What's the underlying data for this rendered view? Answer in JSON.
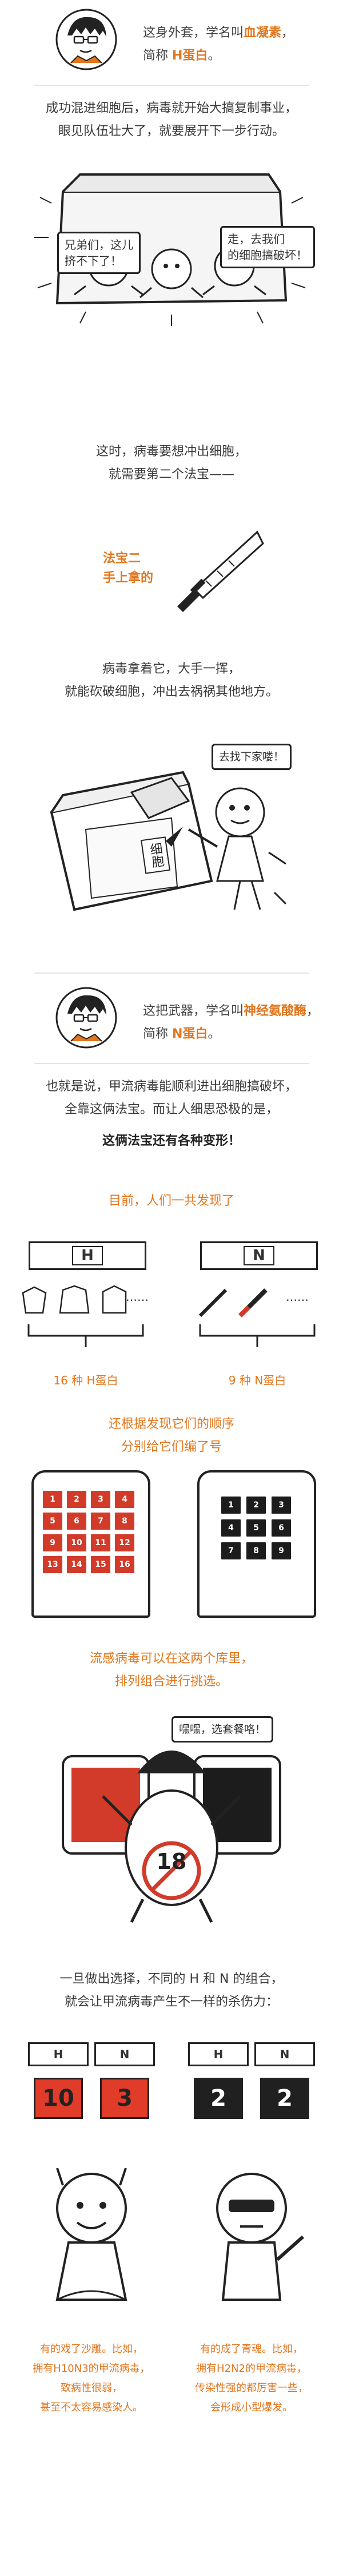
{
  "intro": {
    "line1": "这身外套，学名叫",
    "line1_highlight": "血凝素",
    "line1_end": "，",
    "line2": "简称",
    "line2_highlight": "H蛋白",
    "line2_end": "。"
  },
  "para1": {
    "line1": "成功混进细胞后，病毒就开始大搞复制事业，",
    "line2": "眼见队伍壮大了，就要展开下一步行动。"
  },
  "bubble_left": {
    "line1": "兄弟们，这儿",
    "line2": "挤不下了！"
  },
  "bubble_right": {
    "line1": "走，去我们",
    "line2": "的细胞搞破坏！"
  },
  "para2": {
    "line1": "这时，病毒要想冲出细胞，",
    "line2": "就需要第二个法宝——"
  },
  "weapon_caption": {
    "line1": "法宝二",
    "line2": "手上拿的"
  },
  "para3": {
    "line1": "病毒拿着它，大手一挥，",
    "line2": "就能砍破细胞，冲出去祸祸其他地方。"
  },
  "bubble_go": "去找下家喽！",
  "cell_label": "细胞",
  "intro2": {
    "line1": "这把武器，学名叫",
    "line1_highlight": "神经氨酸酶",
    "line1_end": "，",
    "line2": "简称",
    "line2_highlight": "N蛋白",
    "line2_end": "。"
  },
  "para4": {
    "line1": "也就是说，甲流病毒能顺利进出细胞搞破坏，",
    "line2": "全靠这俩法宝。而让人细思恐极的是，"
  },
  "para4_bold": "这俩法宝还有各种变形！",
  "para5": "目前，人们一共发现了",
  "h_label": "H",
  "n_label": "N",
  "ellipsis": "……",
  "h_count": "16 种 H蛋白",
  "n_count": "9 种 N蛋白",
  "para6": {
    "line1": "还根据发现它们的顺序",
    "line2": "分别给它们编了号"
  },
  "h_tiles": [
    "1",
    "2",
    "3",
    "4",
    "5",
    "6",
    "7",
    "8",
    "9",
    "10",
    "11",
    "12",
    "13",
    "14",
    "15",
    "16"
  ],
  "n_tiles": [
    "1",
    "2",
    "3",
    "4",
    "5",
    "6",
    "7",
    "8",
    "9"
  ],
  "para7": {
    "line1": "流感病毒可以在这两个库里，",
    "line2": "排列组合进行挑选。"
  },
  "bubble_choose": "嘿嘿，选套餐咯！",
  "big_number": "18",
  "para8": {
    "line1": "一旦做出选择，不同的 H 和 N 的组合，",
    "line2": "就会让甲流病毒产生不一样的杀伤力："
  },
  "combo_left": {
    "h": "10",
    "n": "3"
  },
  "combo_right": {
    "h": "2",
    "n": "2"
  },
  "left_text": {
    "line1": "有的戏了沙雕。比如，",
    "line2": "拥有H10N3的甲流病毒，",
    "line3": "致病性很弱，",
    "line4": "甚至不太容易感染人。"
  },
  "right_text": {
    "line1": "有的成了青魂。比如，",
    "line2": "拥有H2N2的甲流病毒，",
    "line3": "传染性强的都厉害一些，",
    "line4": "会形成小型爆发。"
  },
  "colors": {
    "accent": "#e2761e",
    "red": "#d23a2a",
    "dark": "#1c1c1c"
  }
}
